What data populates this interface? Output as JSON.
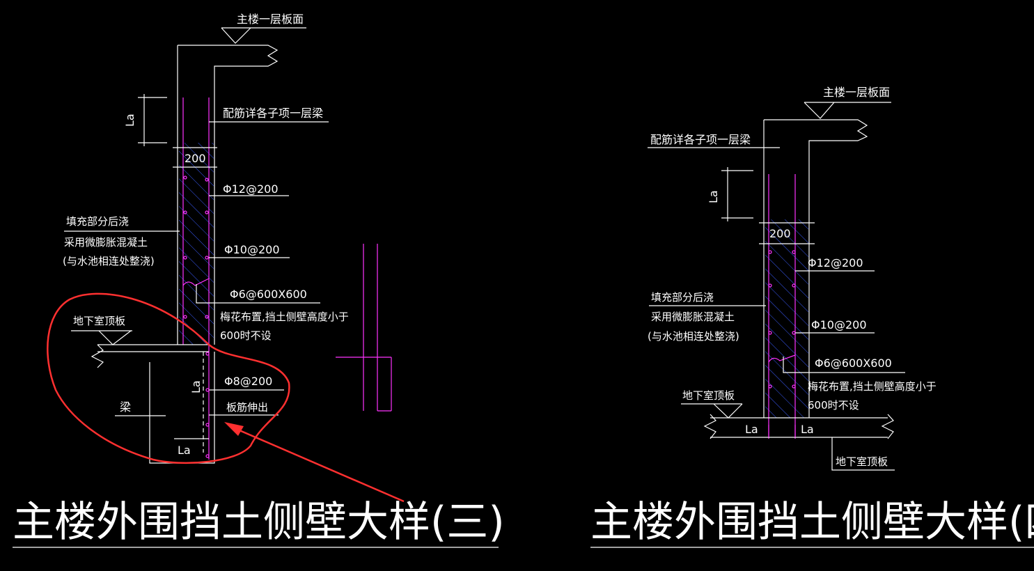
{
  "colors": {
    "background": "#000000",
    "line": "#ffffff",
    "rebar": "#ff33ff",
    "hatch": "#3a5cff",
    "markup": "#ff3030"
  },
  "detail_3": {
    "floor_label": "主楼一层板面",
    "beam_note": "配筋详各子项一层梁",
    "la_top": "La",
    "width": "200",
    "bar_1": "Φ12@200",
    "fill_note_1": "填充部分后浇",
    "fill_note_2": "采用微膨胀混凝土",
    "fill_note_3": "(与水池相连处整浇)",
    "bar_2": "Φ10@200",
    "bar_3": "Φ6@600X600",
    "tie_note_1": "梅花布置,挡土侧壁高度小于",
    "tie_note_2": "600时不设",
    "roof_label": "地下室顶板",
    "bar_4": "Φ8@200",
    "slab_note": "板筋伸出",
    "beam_label": "梁",
    "la_mid": "La",
    "la_bottom": "La",
    "title": "主楼外围挡土侧壁大样(三)"
  },
  "detail_4": {
    "floor_label": "主楼一层板面",
    "beam_note": "配筋详各子项一层梁",
    "la_top": "La",
    "width": "200",
    "bar_1": "Φ12@200",
    "fill_note_1": "填充部分后浇",
    "fill_note_2": "采用微膨胀混凝土",
    "fill_note_3": "(与水池相连处整浇)",
    "bar_2": "Φ10@200",
    "bar_3": "Φ6@600X600",
    "tie_note_1": "梅花布置,挡土侧壁高度小于",
    "tie_note_2": "600时不设",
    "roof_label_top": "地下室顶板",
    "la_left": "La",
    "la_right": "La",
    "roof_label_bottom": "地下室顶板",
    "title": "主楼外围挡土侧壁大样(四)"
  }
}
